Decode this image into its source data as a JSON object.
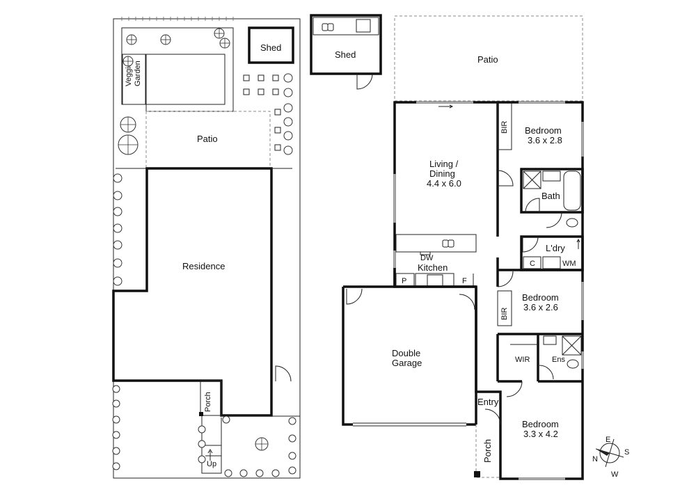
{
  "site_plan": {
    "labels": {
      "shed": "Shed",
      "veggie_garden_line1": "Veggie",
      "veggie_garden_line2": "Garden",
      "patio": "Patio",
      "residence": "Residence",
      "porch": "Porch",
      "up": "Up"
    }
  },
  "floor_plan": {
    "shed": {
      "name": "Shed"
    },
    "patio": {
      "name": "Patio"
    },
    "living": {
      "name_line1": "Living /",
      "name_line2": "Dining",
      "dims": "4.4 x 6.0"
    },
    "kitchen": {
      "name": "Kitchen",
      "dw": "DW",
      "pantry": "P",
      "fridge": "F"
    },
    "garage": {
      "name_line1": "Double",
      "name_line2": "Garage"
    },
    "bedroom1": {
      "name": "Bedroom",
      "dims": "3.6 x 2.8"
    },
    "bedroom2": {
      "name": "Bedroom",
      "dims": "3.6 x 2.6"
    },
    "bedroom3": {
      "name": "Bedroom",
      "dims": "3.3 x 4.2"
    },
    "bir": "BIR",
    "bath": "Bath",
    "laundry": {
      "name": "L'dry",
      "cupboard": "C",
      "wm": "WM"
    },
    "wir": "WIR",
    "ensuite": "Ens",
    "entry": "Entry",
    "porch": "Porch"
  },
  "compass": {
    "n": "N",
    "e": "E",
    "s": "S",
    "w": "W"
  }
}
